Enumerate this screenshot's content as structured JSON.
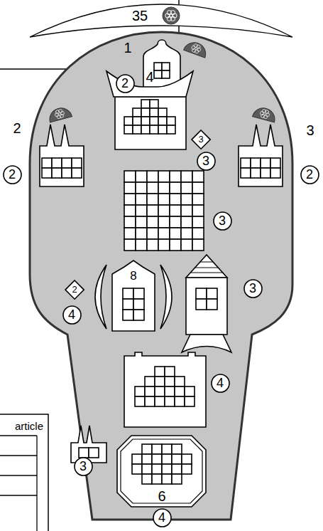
{
  "diagram": {
    "nodes": [
      {
        "text": [
          "2"
        ]
      },
      {
        "text": [
          "3"
        ]
      },
      {
        "text": [
          "3"
        ]
      },
      {
        "text": [
          "2"
        ]
      },
      {
        "text": [
          "2"
        ]
      },
      {
        "text": [
          "3"
        ]
      },
      {
        "text": [
          "3"
        ]
      },
      {
        "text": [
          "2"
        ]
      },
      {
        "text": [
          "4"
        ]
      },
      {
        "text": [
          "4"
        ]
      },
      {
        "text": [
          "3"
        ]
      },
      {
        "text": [
          "4"
        ]
      }
    ],
    "labels": [
      "35",
      "1",
      "4",
      "2",
      "3",
      "8",
      "article",
      "6"
    ]
  }
}
